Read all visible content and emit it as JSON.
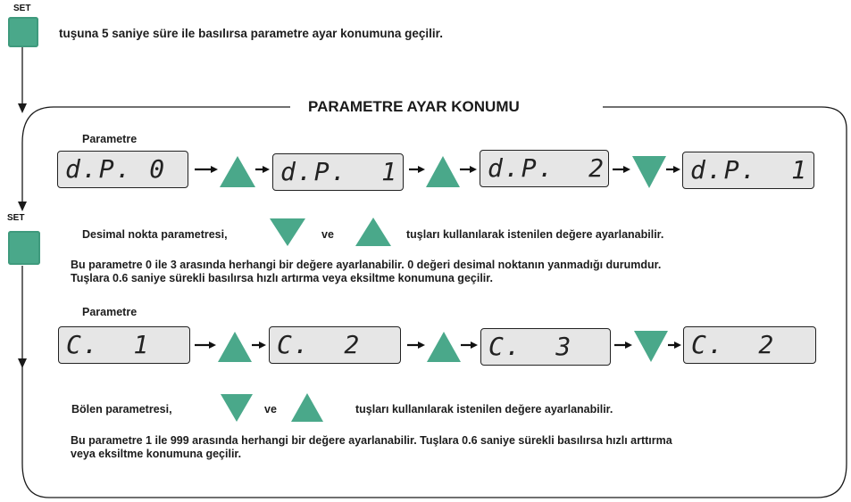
{
  "header": {
    "set_label": "SET",
    "instruction": "tuşuna 5 saniye süre ile basılırsa parametre ayar konumuna geçilir."
  },
  "panel": {
    "title": "PARAMETRE AYAR KONUMU",
    "set_label": "SET"
  },
  "section1": {
    "param_label": "Parametre",
    "displays": [
      "d.P. 0",
      "d.P.  1",
      "d.P.  2",
      "d.P.  1"
    ],
    "buttons": [
      "up-arrow",
      "up-arrow",
      "down-arrow"
    ],
    "keys_line_left": "Desimal nokta parametresi,",
    "keys_line_mid": "ve",
    "keys_line_right": "tuşları kullanılarak istenilen değere ayarlanabilir.",
    "note_line1": "Bu parametre 0 ile 3 arasında herhangi bir değere ayarlanabilir. 0 değeri desimal noktanın yanmadığı durumdur.",
    "note_line2": "Tuşlara 0.6 saniye sürekli basılırsa hızlı artırma veya eksiltme konumuna geçilir."
  },
  "section2": {
    "param_label": "Parametre",
    "displays": [
      "C.  1",
      "C.  2",
      "C.  3",
      "C.  2"
    ],
    "buttons": [
      "up-arrow",
      "up-arrow",
      "down-arrow"
    ],
    "keys_line_left": "Bölen parametresi,",
    "keys_line_mid": "ve",
    "keys_line_right": "tuşları kullanılarak istenilen değere ayarlanabilir.",
    "note_line1": "Bu parametre 1 ile 999 arasında herhangi bir değere ayarlanabilir.  Tuşlara 0.6 saniye sürekli basılırsa hızlı arttırma",
    "note_line2": "veya eksiltme konumuna geçilir."
  },
  "colors": {
    "button_green": "#4aa88a",
    "lcd_background": "#e6e6e6",
    "line": "#1a1a1a"
  }
}
